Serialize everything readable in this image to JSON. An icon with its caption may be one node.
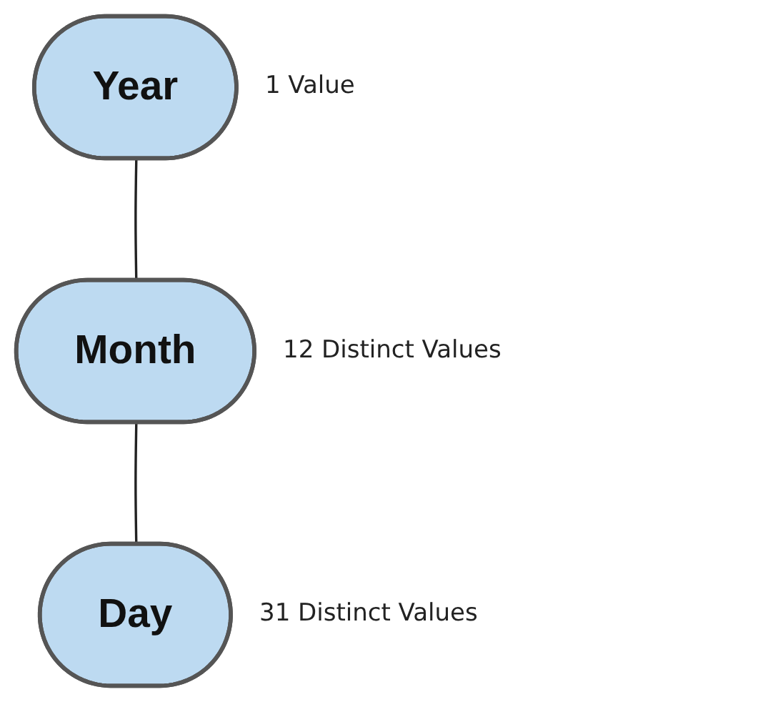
{
  "diagram": {
    "nodes": [
      {
        "text": [
          "Year"
        ],
        "beside": [
          "1 Value"
        ]
      },
      {
        "text": [
          "Month"
        ],
        "beside": [
          "12 Distinct Values"
        ]
      },
      {
        "text": [
          "Day"
        ],
        "beside": [
          "31 Distinct Values"
        ]
      }
    ],
    "edges": [
      {
        "from": 0,
        "to": 1,
        "arrow": "none"
      },
      {
        "from": 1,
        "to": 2,
        "arrow": "none"
      }
    ]
  }
}
